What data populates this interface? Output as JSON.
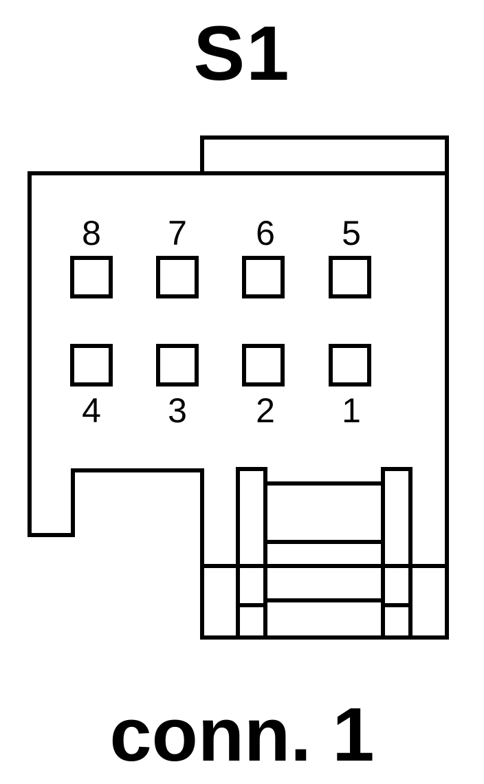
{
  "header": {
    "title": "S1"
  },
  "footer": {
    "caption": "conn. 1"
  },
  "connector": {
    "pins_top_row": [
      {
        "label": "8"
      },
      {
        "label": "7"
      },
      {
        "label": "6"
      },
      {
        "label": "5"
      }
    ],
    "pins_bottom_row": [
      {
        "label": "4"
      },
      {
        "label": "3"
      },
      {
        "label": "2"
      },
      {
        "label": "1"
      }
    ]
  },
  "colors": {
    "stroke": "#000000",
    "background": "#ffffff"
  }
}
